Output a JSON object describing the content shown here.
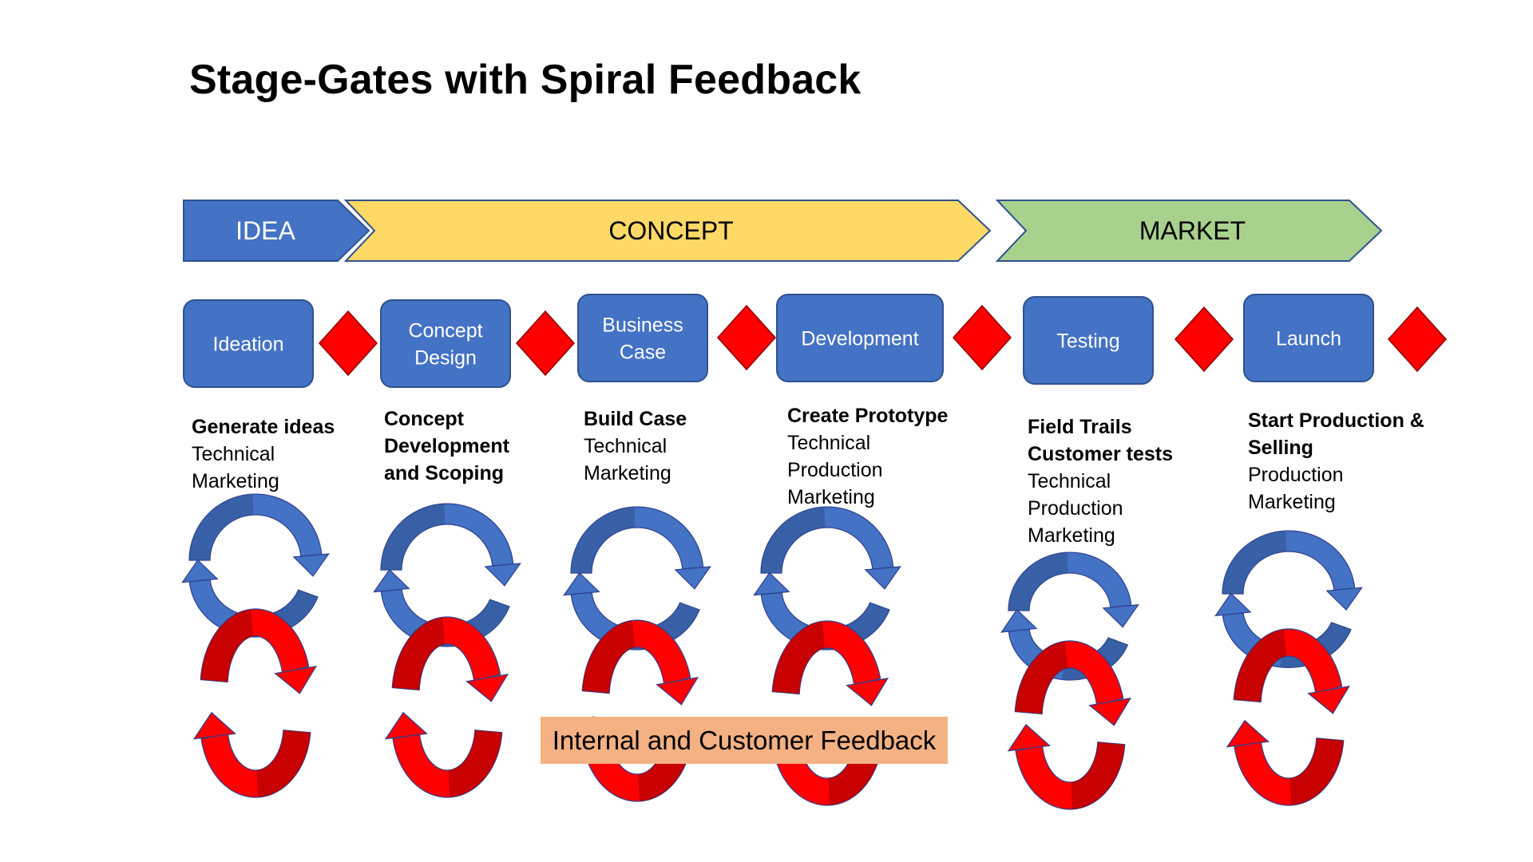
{
  "title": "Stage-Gates with Spiral Feedback",
  "phases": [
    {
      "label": "IDEA",
      "color": "#4472c4",
      "text_color": "#ffffff"
    },
    {
      "label": "CONCEPT",
      "color": "#ffd966",
      "text_color": "#000000"
    },
    {
      "label": "MARKET",
      "color": "#a9d18e",
      "text_color": "#000000"
    }
  ],
  "stages": [
    {
      "label": "Ideation",
      "head": "Generate ideas",
      "lines": [
        "Technical",
        "Marketing"
      ]
    },
    {
      "label": "Concept Design",
      "head": "Concept Development and Scoping",
      "lines": []
    },
    {
      "label": "Business Case",
      "head": "Build Case",
      "lines": [
        "Technical",
        "Marketing"
      ]
    },
    {
      "label": "Development",
      "head": "Create Prototype",
      "lines": [
        "Technical",
        "Production",
        "Marketing"
      ]
    },
    {
      "label": "Testing",
      "head": "Field Trails Customer tests",
      "lines": [
        "Technical",
        "Production",
        "Marketing"
      ]
    },
    {
      "label": "Launch",
      "head": "Start Production & Selling",
      "lines": [
        "Production",
        "Marketing"
      ]
    }
  ],
  "gate_color": "#ff0000",
  "stage_box_color": "#4472c4",
  "spiral_colors": {
    "blue": "#4472c4",
    "red": "#ff0000"
  },
  "feedback_label": "Internal and Customer Feedback"
}
